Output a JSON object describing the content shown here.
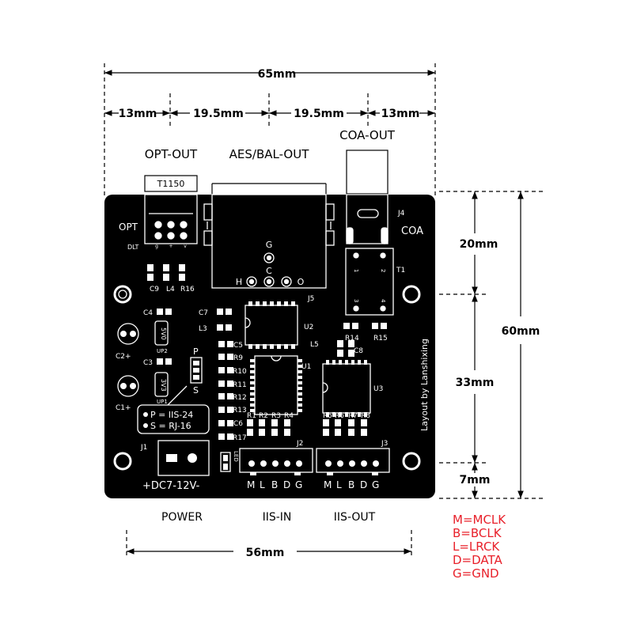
{
  "dimensions": {
    "total_width": "65mm",
    "seg_1": "13mm",
    "seg_2": "19.5mm",
    "seg_3": "19.5mm",
    "seg_4": "13mm",
    "total_height": "60mm",
    "h_top": "20mm",
    "h_mid": "33mm",
    "h_bottom": "7mm",
    "bottom_width": "56mm"
  },
  "top_labels": {
    "opt": "OPT-OUT",
    "aes": "AES/BAL-OUT",
    "coa": "COA-OUT"
  },
  "bottom_labels": {
    "power": "POWER",
    "iis_in": "IIS-IN",
    "iis_out": "IIS-OUT"
  },
  "board": {
    "t1150": "T1150",
    "opt": "OPT",
    "dlt": "DLT",
    "pin_g": "g",
    "pin_plus": "+",
    "pin_v": "v",
    "j4": "J4",
    "coa": "COA",
    "t1": "T1",
    "t1_pin1": "1",
    "t1_pin2": "2",
    "t1_pin3": "3",
    "t1_pin4": "4",
    "xlr_g": "G",
    "xlr_c": "C",
    "xlr_h": "H",
    "xlr_o": "O",
    "j5": "J5",
    "c9": "C9",
    "l4": "L4",
    "r16": "R16",
    "c4": "C4",
    "c7": "C7",
    "l3": "L3",
    "c5": "C5",
    "r9": "R9",
    "r10": "R10",
    "r11": "R11",
    "r12": "R12",
    "r13": "R13",
    "c6": "C6",
    "r17": "R17",
    "u2": "U2",
    "u1": "U1",
    "u3": "U3",
    "r14": "R14",
    "r15": "R15",
    "l5": "L5",
    "c8": "C8",
    "reg1_mark": "5V0",
    "up2": "UP2",
    "c2": "C2+",
    "c3": "C3",
    "reg2_mark": "3V3",
    "up1": "UP1",
    "c1": "C1+",
    "jp_p": "P",
    "jp_s": "S",
    "legend_p": "P = IIS-24",
    "legend_s": "S = RJ-16",
    "r_left": [
      "R1",
      "R2",
      "R3",
      "R4"
    ],
    "r_right": [
      "R5",
      "R6",
      "R7",
      "R8"
    ],
    "j1": "J1",
    "dc": "+DC7-12V-",
    "led": "LED",
    "j2": "J2",
    "j3": "J3",
    "pins": [
      "M",
      "L",
      "B",
      "D",
      "G"
    ],
    "layout_credit": "Layout by Lanshixing"
  },
  "legend": {
    "m": "M=MCLK",
    "b": "B=BCLK",
    "l": "L=LRCK",
    "d": "D=DATA",
    "g": "G=GND"
  },
  "colors": {
    "board": "#000000",
    "silk": "#ffffff",
    "legend": "#e8202a",
    "dim": "#000000"
  }
}
